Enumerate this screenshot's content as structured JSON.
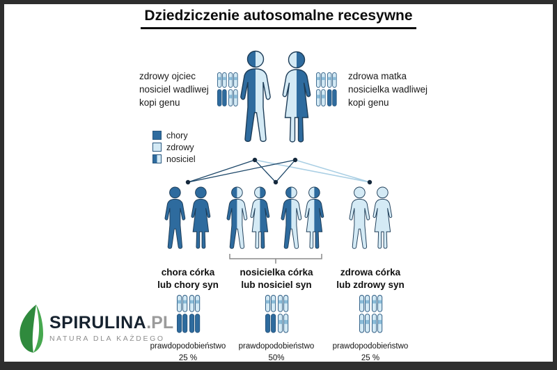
{
  "title": "Dziedziczenie autosomalne recesywne",
  "parents": {
    "father_label": "zdrowy ojciec\nnosiciel wadliwej\nkopi genu",
    "mother_label": "zdrowa matka\nnosicielka wadliwej\nkopi genu"
  },
  "legend": {
    "items": [
      {
        "label": "chory",
        "type": "affected"
      },
      {
        "label": "zdrowy",
        "type": "healthy"
      },
      {
        "label": "nosiciel",
        "type": "carrier"
      }
    ]
  },
  "groups": [
    {
      "label": "chora córka\nlub chory syn",
      "prob_label": "prawdopodobieństwo",
      "prob_value": "25 %"
    },
    {
      "label": "nosicielka córka\nlub nosiciel syn",
      "prob_label": "prawdopodobieństwo",
      "prob_value": "50%"
    },
    {
      "label": "zdrowa córka\nlub zdrowy syn",
      "prob_label": "prawdopodobieństwo",
      "prob_value": "25 %"
    }
  ],
  "logo": {
    "brand": "SPIRULINA",
    "tld": ".PL",
    "tagline": "NATURA DLA KAŻDEGO"
  },
  "colors": {
    "affected": "#2e6b9e",
    "healthy": "#d4eaf5",
    "outline": "#1d3c57",
    "line_dark": "#1c4668",
    "line_light": "#aacfe4",
    "legend_border": "#27567e",
    "leaf_green": "#2f8a3d",
    "frame": "#2e2e2e"
  }
}
